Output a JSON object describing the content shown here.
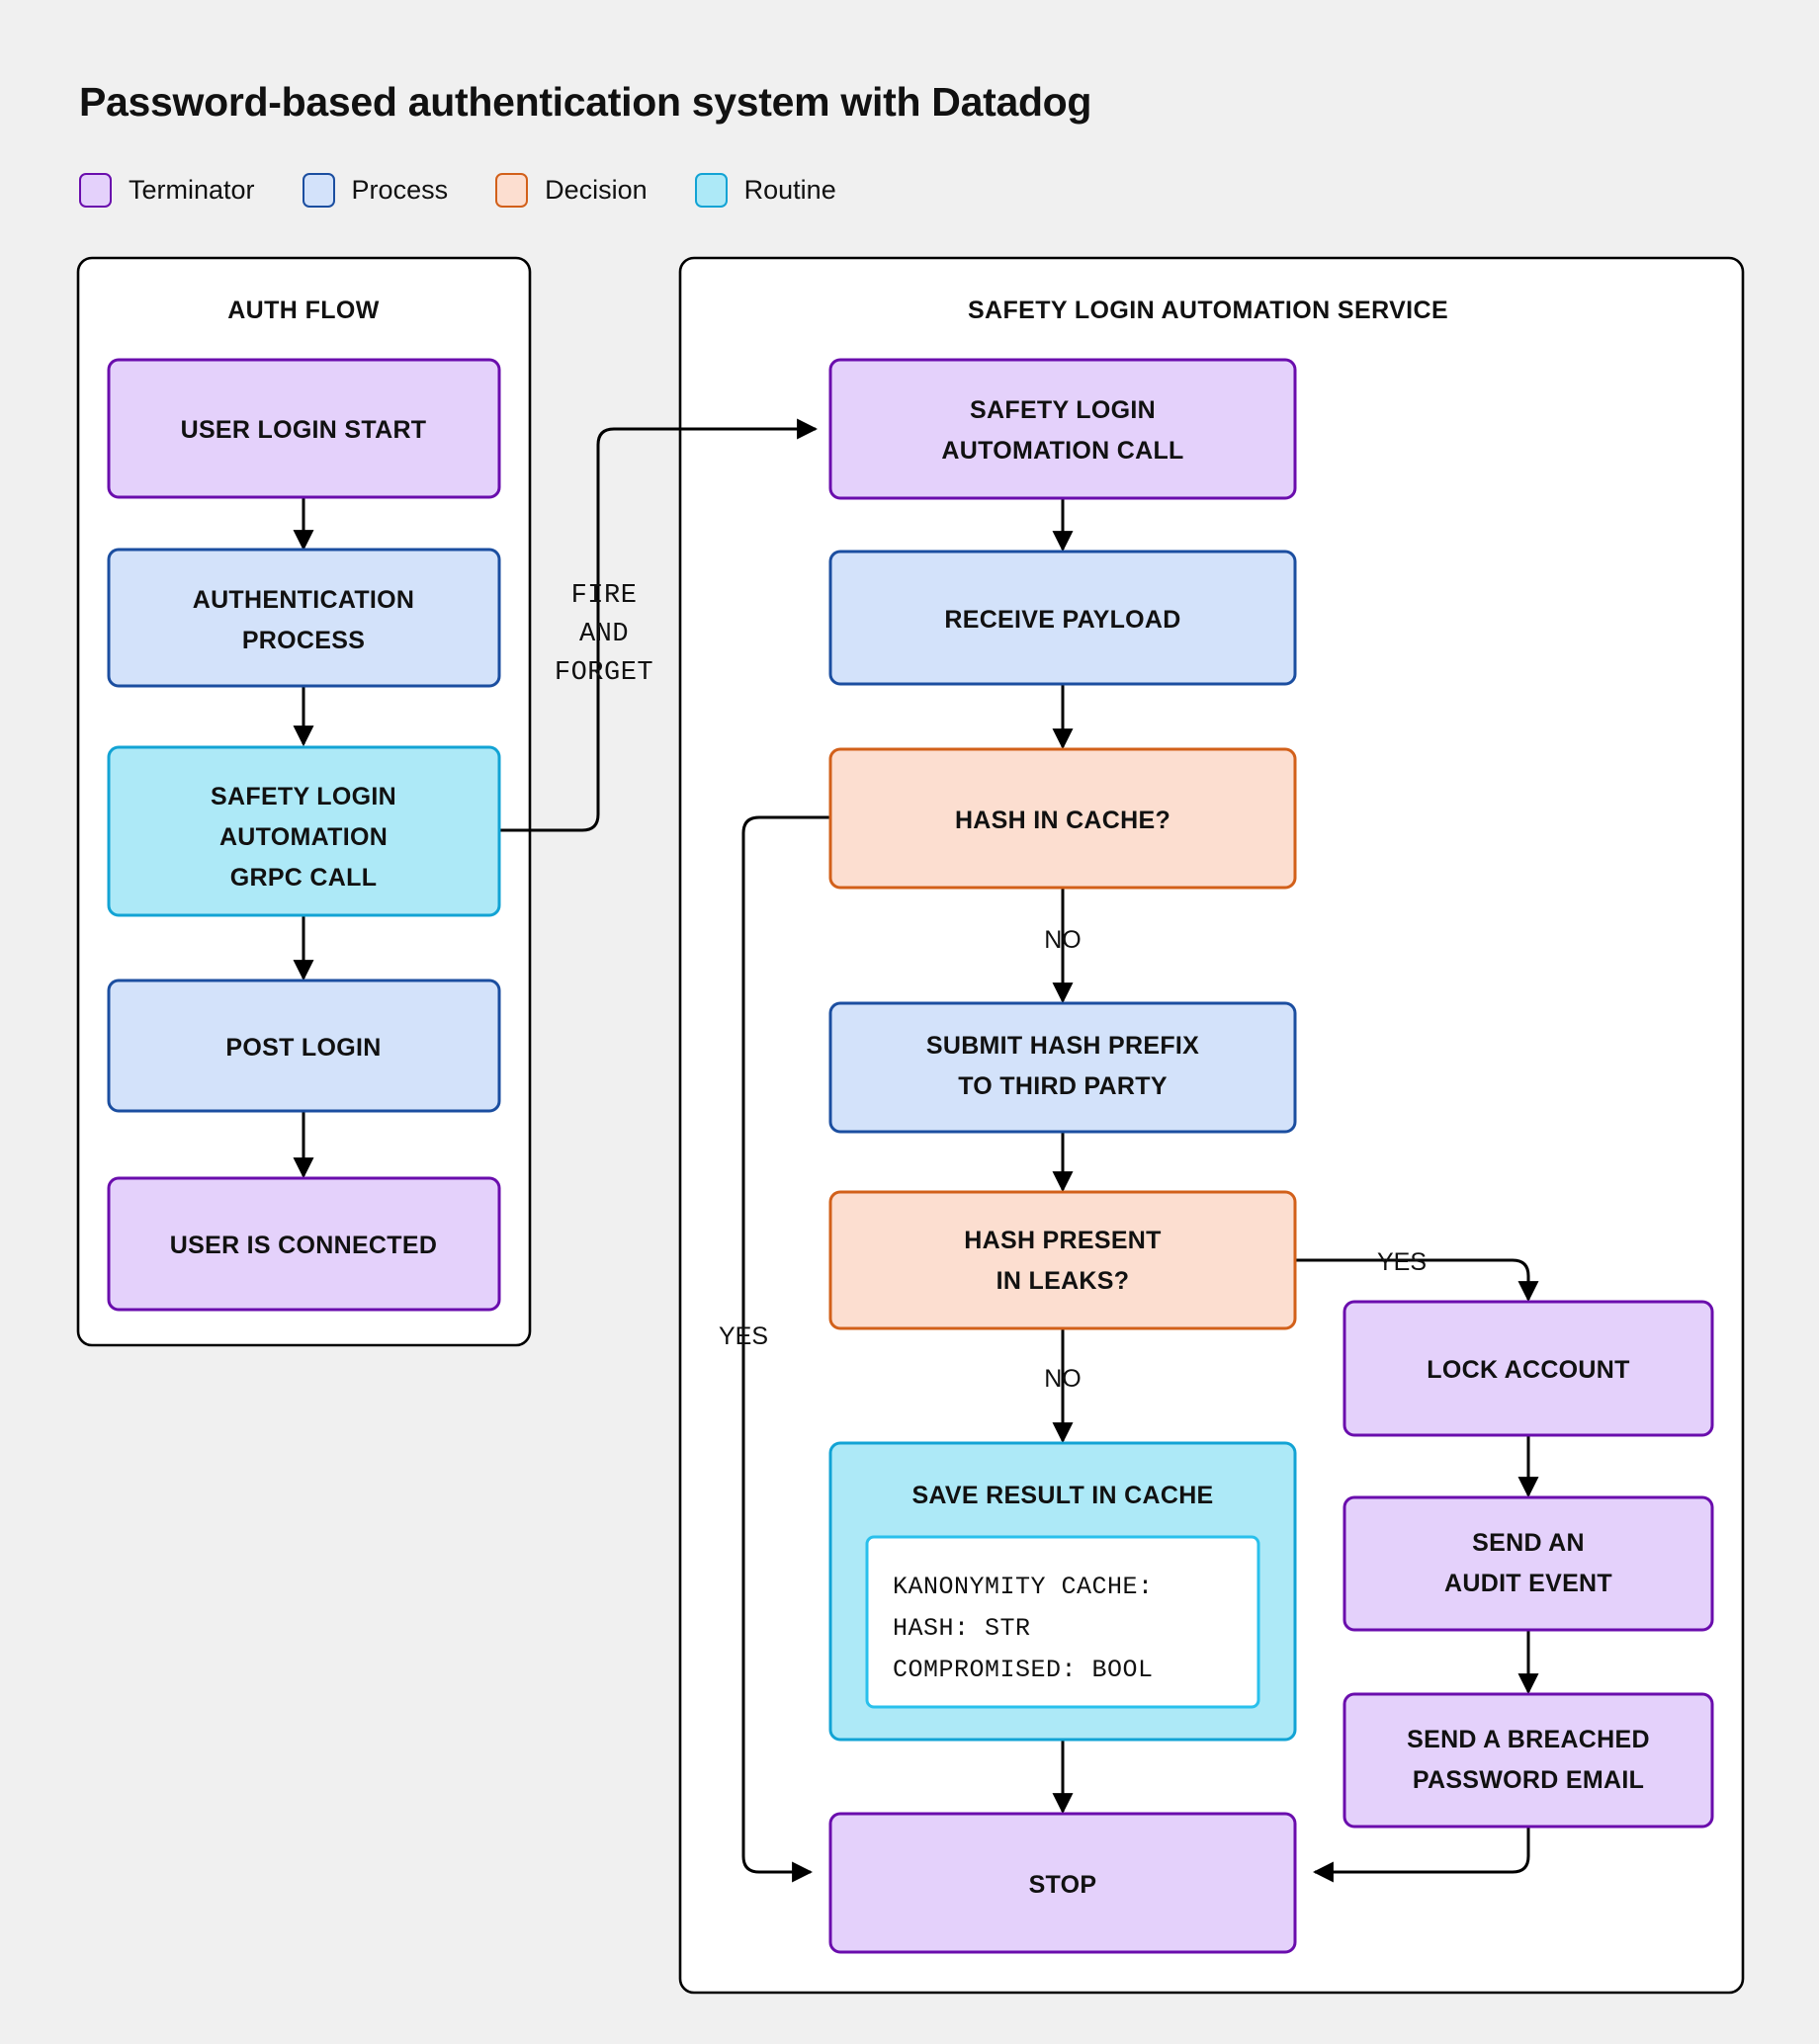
{
  "title": "Password-based authentication system with Datadog",
  "colors": {
    "background": "#f0f0f0",
    "panel_fill": "#ffffff",
    "panel_stroke": "#000000",
    "terminator_fill": "#e4d1fb",
    "terminator_stroke": "#6a0dad",
    "process_fill": "#d3e2fa",
    "process_stroke": "#1b4ea0",
    "decision_fill": "#fcded0",
    "decision_stroke": "#d2601a",
    "routine_fill": "#ade9f7",
    "routine_stroke": "#12a3d4",
    "edge": "#000000"
  },
  "legend": {
    "items": [
      {
        "label": "Terminator",
        "fill": "#e4d1fb",
        "stroke": "#6a0dad"
      },
      {
        "label": "Process",
        "fill": "#d3e2fa",
        "stroke": "#1b4ea0"
      },
      {
        "label": "Decision",
        "fill": "#fcded0",
        "stroke": "#d2601a"
      },
      {
        "label": "Routine",
        "fill": "#ade9f7",
        "stroke": "#12a3d4"
      }
    ]
  },
  "panels": [
    {
      "id": "auth-flow",
      "title": "AUTH FLOW"
    },
    {
      "id": "safety-login",
      "title": "SAFETY LOGIN AUTOMATION SERVICE"
    }
  ],
  "nodes": {
    "user_login_start": {
      "label": "USER LOGIN START",
      "type": "terminator"
    },
    "authentication_process": {
      "line1": "AUTHENTICATION",
      "line2": "PROCESS",
      "type": "process"
    },
    "safety_login_grpc": {
      "line1": "SAFETY LOGIN",
      "line2": "AUTOMATION",
      "line3": "GRPC CALL",
      "type": "routine"
    },
    "post_login": {
      "label": "POST LOGIN",
      "type": "process"
    },
    "user_is_connected": {
      "label": "USER IS CONNECTED",
      "type": "terminator"
    },
    "safety_login_call": {
      "line1": "SAFETY LOGIN",
      "line2": "AUTOMATION CALL",
      "type": "terminator"
    },
    "receive_payload": {
      "label": "RECEIVE PAYLOAD",
      "type": "process"
    },
    "hash_in_cache": {
      "label": "HASH IN CACHE?",
      "type": "decision"
    },
    "submit_hash_prefix": {
      "line1": "SUBMIT HASH PREFIX",
      "line2": "TO THIRD PARTY",
      "type": "process"
    },
    "hash_present_in_leaks": {
      "line1": "HASH PRESENT",
      "line2": "IN LEAKS?",
      "type": "decision"
    },
    "save_result_in_cache": {
      "label": "SAVE RESULT IN CACHE",
      "type": "routine",
      "code": [
        "KANONYMITY CACHE:",
        "HASH: STR",
        "COMPROMISED: BOOL"
      ]
    },
    "lock_account": {
      "label": "LOCK ACCOUNT",
      "type": "terminator"
    },
    "send_an_audit_event": {
      "line1": "SEND AN",
      "line2": "AUDIT EVENT",
      "type": "terminator"
    },
    "send_breached_password_email": {
      "line1": "SEND A BREACHED",
      "line2": "PASSWORD EMAIL",
      "type": "terminator"
    },
    "stop": {
      "label": "STOP",
      "type": "terminator"
    }
  },
  "edge_labels": {
    "fire_and_forget": {
      "line1": "FIRE",
      "line2": "AND",
      "line3": "FORGET"
    },
    "hash_in_cache_no": "NO",
    "hash_in_cache_yes": "YES",
    "hash_leaks_no": "NO",
    "hash_leaks_yes": "YES"
  }
}
